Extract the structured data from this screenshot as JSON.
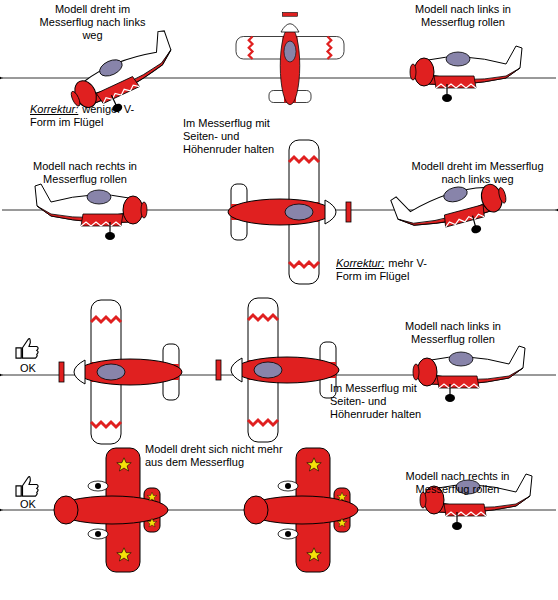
{
  "diagram": {
    "labels": [
      "Modell dreht im Messerflug nach links weg",
      "Korrektur:",
      "weniger V-Form im Flügel",
      "Im Messerflug mit Seiten- und Höhenruder halten",
      "Modell nach links in Messerflug rollen",
      "Modell nach rechts in Messerflug rollen",
      "Modell dreht im Messerflug nach links weg",
      "Korrektur:",
      "mehr V-Form im Flügel",
      "OK",
      "Modell nach links in Messerflug rollen",
      "Im Messerflug mit Seiten- und Höhenruder halten",
      "Modell dreht sich nicht mehr aus dem Messerflug",
      "OK",
      "Modell nach rechts in Messerflug rollen"
    ]
  }
}
